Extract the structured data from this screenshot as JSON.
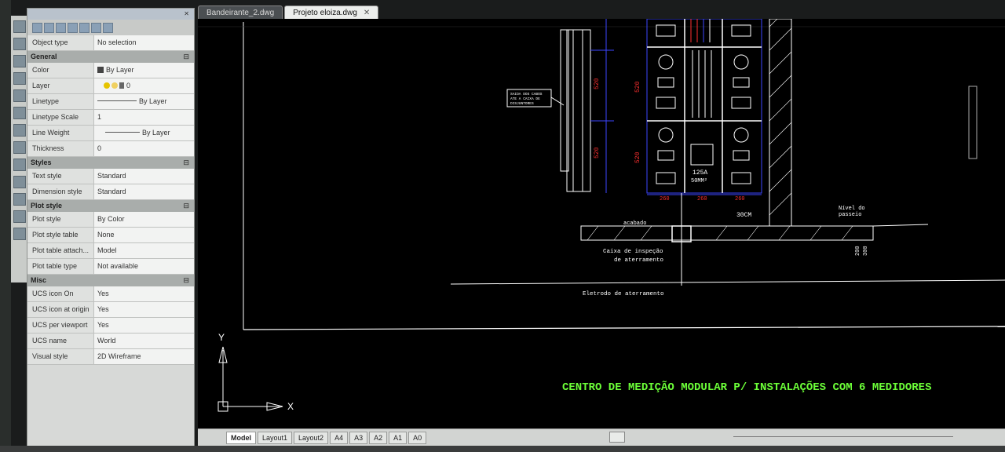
{
  "tabs": {
    "doc1": "Bandeirante_2.dwg",
    "doc2": "Projeto eloiza.dwg",
    "close": "✕"
  },
  "properties": {
    "object_type_key": "Object type",
    "object_type_value": "No selection",
    "toggle": "⊟",
    "general": {
      "title": "General",
      "color_key": "Color",
      "color_value": "By Layer",
      "layer_key": "Layer",
      "layer_value": "0",
      "linetype_key": "Linetype",
      "linetype_value": "By Layer",
      "ltscale_key": "Linetype Scale",
      "ltscale_value": "1",
      "lineweight_key": "Line Weight",
      "lineweight_value": "By Layer",
      "thickness_key": "Thickness",
      "thickness_value": "0"
    },
    "styles": {
      "title": "Styles",
      "text_key": "Text style",
      "text_value": "Standard",
      "dim_key": "Dimension style",
      "dim_value": "Standard"
    },
    "plot": {
      "title": "Plot style",
      "ps_key": "Plot style",
      "ps_value": "By Color",
      "pst_key": "Plot style table",
      "pst_value": "None",
      "pta_key": "Plot table attach...",
      "pta_value": "Model",
      "ptt_key": "Plot table type",
      "ptt_value": "Not available"
    },
    "misc": {
      "title": "Misc",
      "ucs_on_key": "UCS icon On",
      "ucs_on_value": "Yes",
      "ucs_origin_key": "UCS icon at origin",
      "ucs_origin_value": "Yes",
      "ucs_vp_key": "UCS per viewport",
      "ucs_vp_value": "Yes",
      "ucs_name_key": "UCS name",
      "ucs_name_value": "World",
      "visual_key": "Visual style",
      "visual_value": "2D Wireframe"
    }
  },
  "drawing": {
    "note_box_line1": "SAIDA DOS CABOS",
    "note_box_line2": "ATE A CAIXA DE",
    "note_box_line3": "DISJUNTORES",
    "dim_a": "520",
    "dim_b": "520",
    "dim_c": "520",
    "dim_d": "520",
    "dim_w1": "260",
    "dim_w2": "260",
    "dim_w3": "260",
    "breaker_label1": "125A",
    "breaker_label2": "50MM²",
    "thirty_cm": "30CM",
    "nivel_line1": "Nível do",
    "nivel_line2": "passeio",
    "acabado": "acabado",
    "caixa_line1": "Caixa de inspeção",
    "caixa_line2": "de aterramento",
    "eletrodo": "Eletrodo de aterramento",
    "dim_v1": "200",
    "dim_v2": "300",
    "main_title": "CENTRO DE MEDIÇÃO MODULAR P/ INSTALAÇÕES COM 6 MEDIDORES",
    "axis_y": "Y",
    "axis_x": "X"
  },
  "layout_tabs": [
    "Model",
    "Layout1",
    "Layout2",
    "A4",
    "A3",
    "A2",
    "A1",
    "A0"
  ],
  "colors": {
    "canvas_bg": "#000000",
    "cad_white": "#ffffff",
    "cad_blue": "#3c46ff",
    "cad_red": "#ff3030",
    "cad_green": "#6cff38"
  }
}
